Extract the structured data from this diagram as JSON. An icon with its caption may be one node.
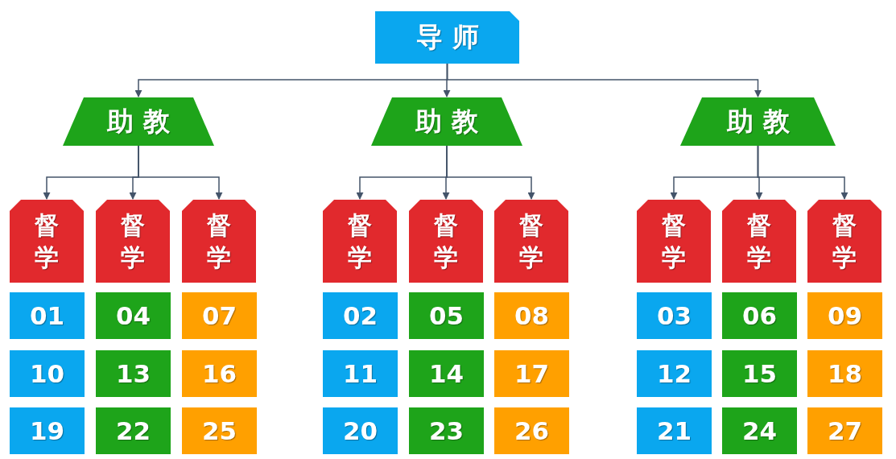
{
  "diagram": {
    "nodes": [
      {
        "text": [
          "导师"
        ]
      },
      {
        "text": [
          "助教"
        ]
      },
      {
        "text": [
          "助教"
        ]
      },
      {
        "text": [
          "助教"
        ]
      },
      {
        "text": [
          "督学"
        ]
      },
      {
        "text": [
          "督学"
        ]
      },
      {
        "text": [
          "督学"
        ]
      },
      {
        "text": [
          "督学"
        ]
      },
      {
        "text": [
          "督学"
        ]
      },
      {
        "text": [
          "督学"
        ]
      },
      {
        "text": [
          "督学"
        ]
      },
      {
        "text": [
          "督学"
        ]
      },
      {
        "text": [
          "督学"
        ]
      },
      {
        "text": [
          "01"
        ]
      },
      {
        "text": [
          "04"
        ]
      },
      {
        "text": [
          "07"
        ]
      },
      {
        "text": [
          "02"
        ]
      },
      {
        "text": [
          "05"
        ]
      },
      {
        "text": [
          "08"
        ]
      },
      {
        "text": [
          "03"
        ]
      },
      {
        "text": [
          "06"
        ]
      },
      {
        "text": [
          "09"
        ]
      },
      {
        "text": [
          "10"
        ]
      },
      {
        "text": [
          "13"
        ]
      },
      {
        "text": [
          "16"
        ]
      },
      {
        "text": [
          "11"
        ]
      },
      {
        "text": [
          "14"
        ]
      },
      {
        "text": [
          "17"
        ]
      },
      {
        "text": [
          "12"
        ]
      },
      {
        "text": [
          "15"
        ]
      },
      {
        "text": [
          "18"
        ]
      },
      {
        "text": [
          "19"
        ]
      },
      {
        "text": [
          "22"
        ]
      },
      {
        "text": [
          "25"
        ]
      },
      {
        "text": [
          "20"
        ]
      },
      {
        "text": [
          "23"
        ]
      },
      {
        "text": [
          "26"
        ]
      },
      {
        "text": [
          "21"
        ]
      },
      {
        "text": [
          "24"
        ]
      },
      {
        "text": [
          "27"
        ]
      }
    ],
    "edges": [
      {
        "from": 0,
        "to": 1,
        "arrow": "to"
      },
      {
        "from": 0,
        "to": 2,
        "arrow": "to"
      },
      {
        "from": 0,
        "to": 3,
        "arrow": "to"
      },
      {
        "from": 1,
        "to": 4,
        "arrow": "to"
      },
      {
        "from": 1,
        "to": 5,
        "arrow": "to"
      },
      {
        "from": 1,
        "to": 6,
        "arrow": "to"
      },
      {
        "from": 2,
        "to": 7,
        "arrow": "to"
      },
      {
        "from": 2,
        "to": 8,
        "arrow": "to"
      },
      {
        "from": 2,
        "to": 9,
        "arrow": "to"
      },
      {
        "from": 3,
        "to": 10,
        "arrow": "to"
      },
      {
        "from": 3,
        "to": 11,
        "arrow": "to"
      },
      {
        "from": 3,
        "to": 12,
        "arrow": "to"
      }
    ]
  }
}
